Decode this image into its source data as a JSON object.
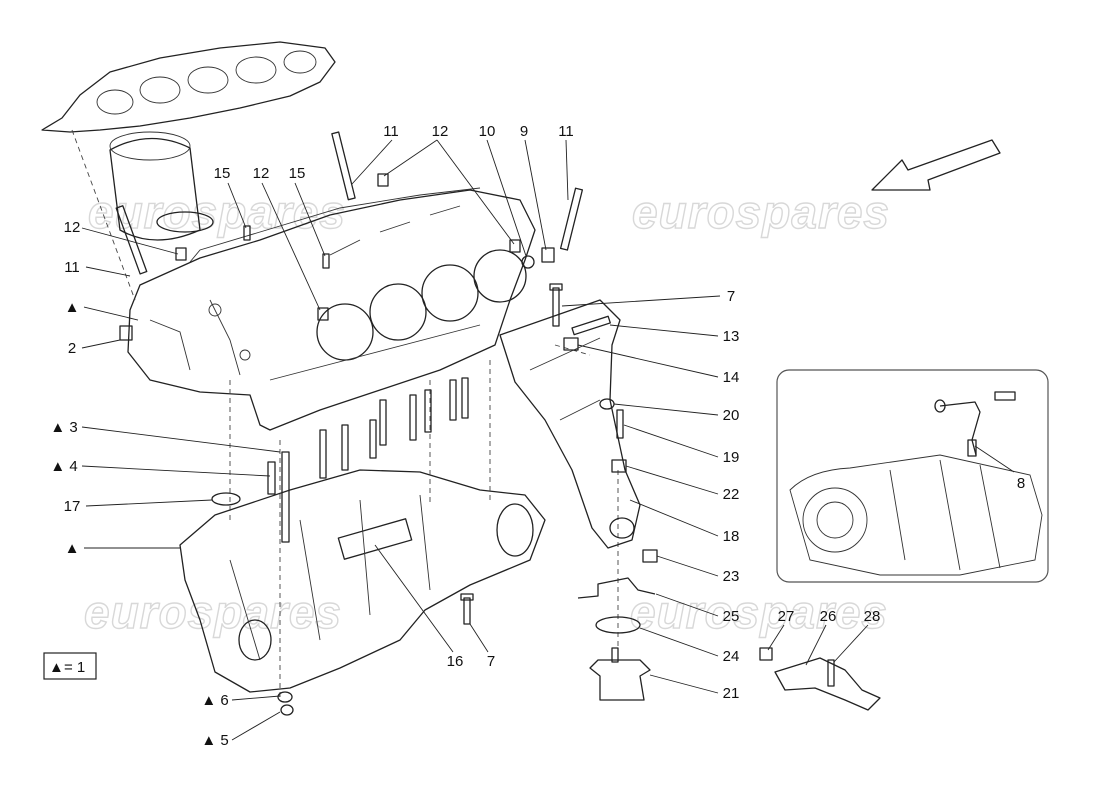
{
  "watermark": "eurospares",
  "legend": {
    "symbol": "▲",
    "text": "= 1"
  },
  "labels": {
    "l11a": "11",
    "l12a": "12",
    "l10": "10",
    "l9": "9",
    "l11b": "11",
    "l15a": "15",
    "l12b": "12",
    "l15b": "15",
    "l12c": "12",
    "l11c": "11",
    "tri_a": "▲",
    "l2": "2",
    "l3": "▲ 3",
    "l4": "▲ 4",
    "l17": "17",
    "tri_b": "▲",
    "l7a": "7",
    "l13": "13",
    "l14": "14",
    "l20": "20",
    "l19": "19",
    "l22": "22",
    "l18": "18",
    "l23": "23",
    "l25": "25",
    "l24": "24",
    "l21": "21",
    "l16": "16",
    "l7b": "7",
    "l6": "▲ 6",
    "l5": "▲ 5",
    "l27": "27",
    "l26": "26",
    "l28": "28",
    "l8": "8"
  }
}
